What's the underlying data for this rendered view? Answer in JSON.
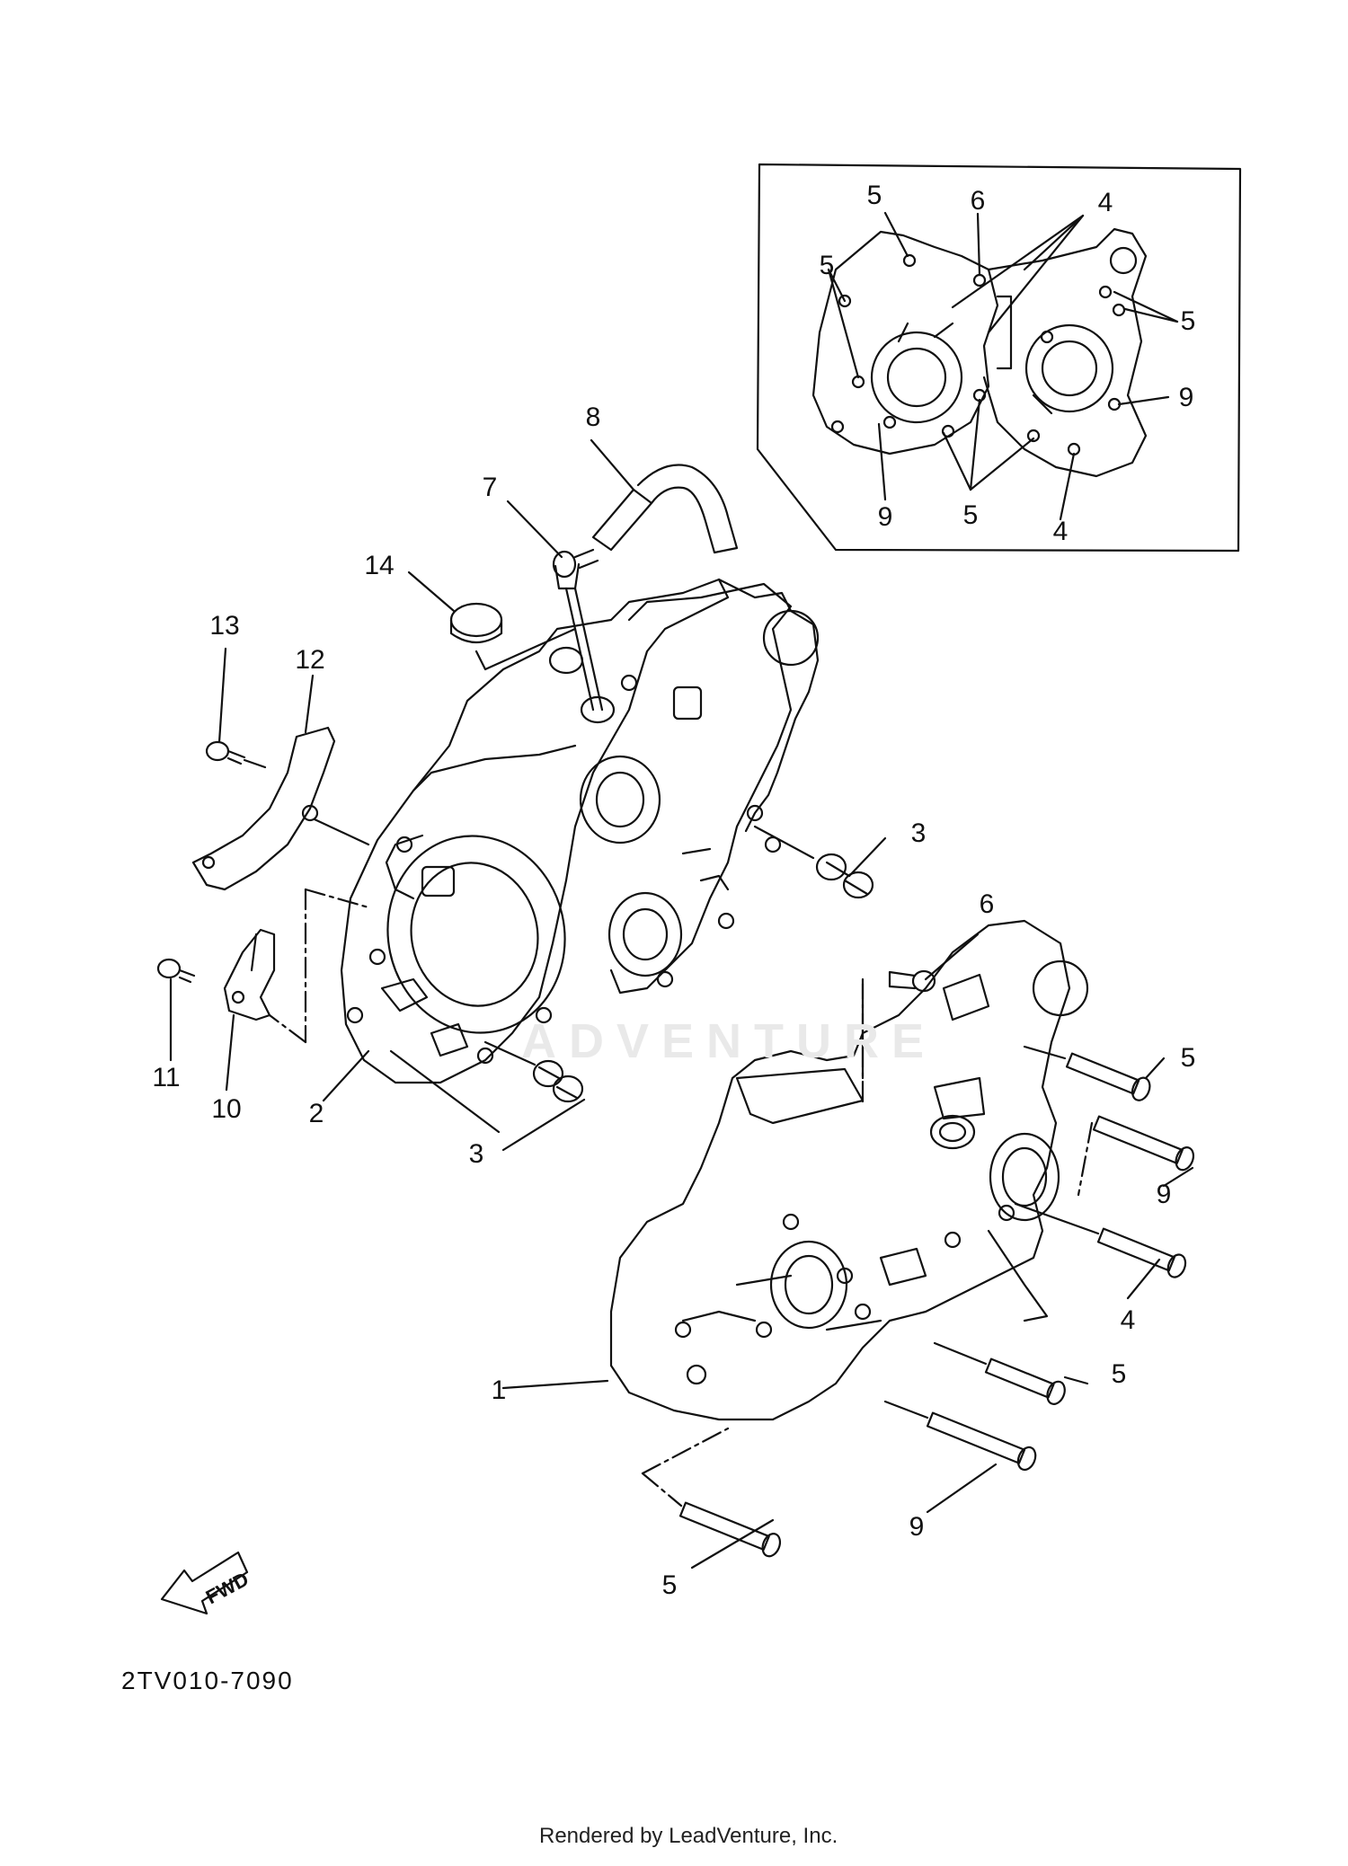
{
  "diagram": {
    "drawing_code": "2TV010-7090",
    "watermark": "ADVENTURE",
    "footer": "Rendered by LeadVenture, Inc.",
    "fwd_label": "FWD",
    "callouts": [
      {
        "id": "c1",
        "text": "1"
      },
      {
        "id": "c2",
        "text": "2"
      },
      {
        "id": "c3a",
        "text": "3"
      },
      {
        "id": "c3b",
        "text": "3"
      },
      {
        "id": "c4a",
        "text": "4"
      },
      {
        "id": "c5a",
        "text": "5"
      },
      {
        "id": "c5b",
        "text": "5"
      },
      {
        "id": "c5c",
        "text": "5"
      },
      {
        "id": "c6",
        "text": "6"
      },
      {
        "id": "c7",
        "text": "7"
      },
      {
        "id": "c8",
        "text": "8"
      },
      {
        "id": "c9a",
        "text": "9"
      },
      {
        "id": "c9b",
        "text": "9"
      },
      {
        "id": "c10",
        "text": "10"
      },
      {
        "id": "c11",
        "text": "11"
      },
      {
        "id": "c12",
        "text": "12"
      },
      {
        "id": "c13",
        "text": "13"
      },
      {
        "id": "c14",
        "text": "14"
      },
      {
        "id": "i5a",
        "text": "5"
      },
      {
        "id": "i6",
        "text": "6"
      },
      {
        "id": "i4a",
        "text": "4"
      },
      {
        "id": "i5b",
        "text": "5"
      },
      {
        "id": "i5c",
        "text": "5"
      },
      {
        "id": "i9a",
        "text": "9"
      },
      {
        "id": "i9b",
        "text": "9"
      },
      {
        "id": "i5d",
        "text": "5"
      },
      {
        "id": "i4b",
        "text": "4"
      }
    ]
  }
}
